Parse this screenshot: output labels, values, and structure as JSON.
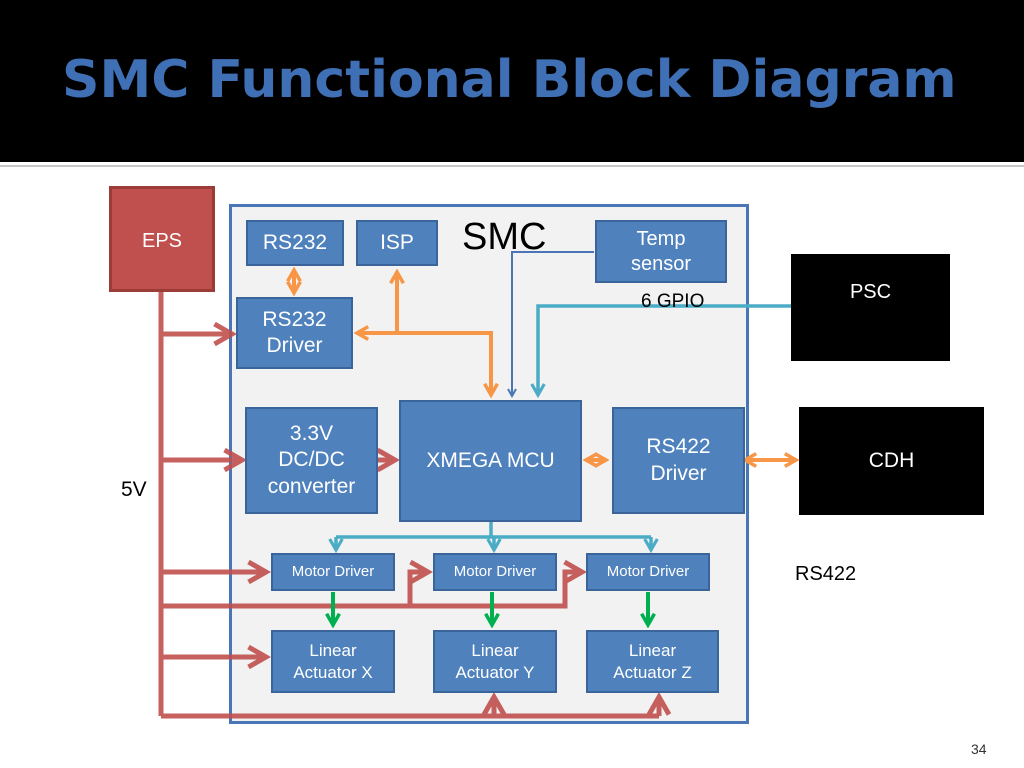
{
  "slide": {
    "title": "SMC Functional Block Diagram",
    "page_number": "34"
  },
  "diagram": {
    "container_label": "SMC",
    "blocks": {
      "eps": "EPS",
      "rs232": "RS232",
      "isp": "ISP",
      "temp_sensor": "Temp sensor",
      "rs232_driver": "RS232 Driver",
      "dcdc": "3.3V DC/DC converter",
      "mcu": "XMEGA MCU",
      "rs422_driver": "RS422 Driver",
      "psc": "PSC",
      "cdh": "CDH",
      "motor_driver_1": "Motor Driver",
      "motor_driver_2": "Motor Driver",
      "motor_driver_3": "Motor Driver",
      "actuator_x": "Linear Actuator X",
      "actuator_y": "Linear Actuator Y",
      "actuator_z": "Linear Actuator Z"
    },
    "annotations": {
      "gpio": "6 GPIO",
      "power": "5V",
      "bus": "RS422"
    },
    "colors": {
      "power_line": "#c0504d",
      "programming_line": "#f79646",
      "sensor_line": "#4a76b8",
      "gpio_line": "#4bacc6",
      "actuator_line": "#00b050",
      "block_fill": "#4f81bd",
      "title": "#3f6fb4"
    }
  }
}
